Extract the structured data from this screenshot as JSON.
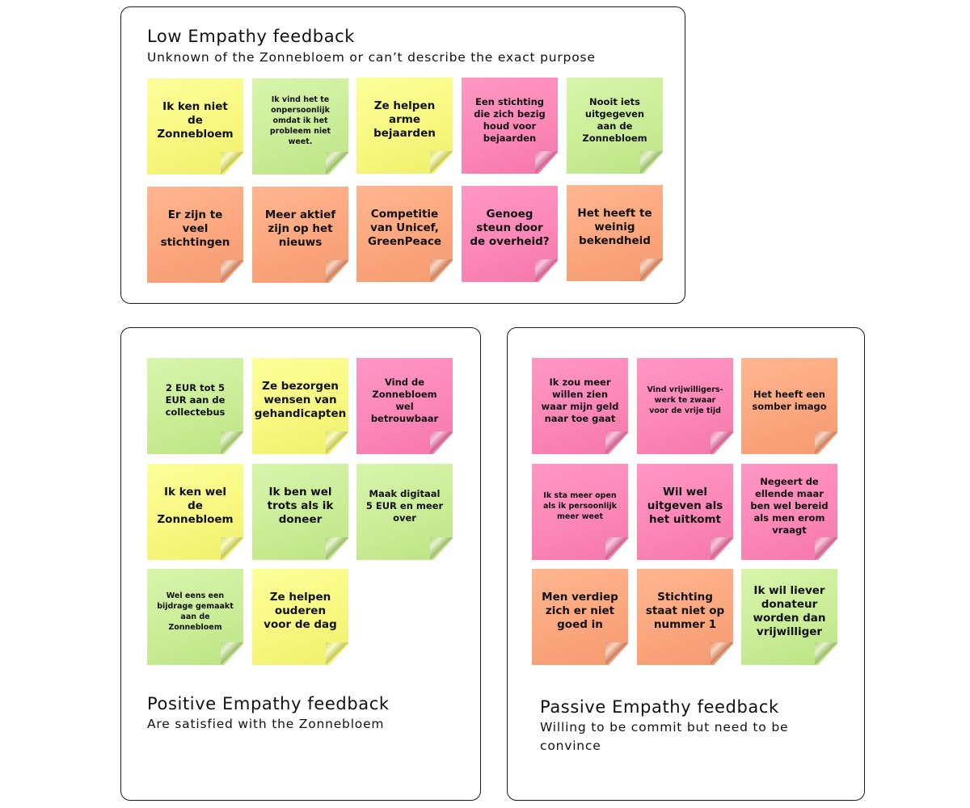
{
  "low": {
    "title": "Low Empathy feedback",
    "subtitle": "Unknown of the Zonnebloem or can’t describe the exact purpose",
    "notes": [
      {
        "text": "Ik ken niet de Zonnebloem",
        "color": "yellow"
      },
      {
        "text": "Ik vind het te onpersoonlijk omdat ik het probleem niet weet.",
        "color": "green"
      },
      {
        "text": "Ze helpen arme bejaarden",
        "color": "yellow"
      },
      {
        "text": "Een stichting die zich bezig houd voor bejaarden",
        "color": "pink"
      },
      {
        "text": "Nooit iets uitgegeven aan de Zonnebloem",
        "color": "green"
      },
      {
        "text": "Er zijn te veel stichtingen",
        "color": "orange"
      },
      {
        "text": "Meer aktief zijn op het nieuws",
        "color": "orange"
      },
      {
        "text": "Competitie van Unicef, GreenPeace",
        "color": "orange"
      },
      {
        "text": "Genoeg steun door de overheid?",
        "color": "pink"
      },
      {
        "text": "Het heeft te weinig bekendheid",
        "color": "orange"
      }
    ]
  },
  "positive": {
    "title": "Positive Empathy feedback",
    "subtitle": "Are satisfied with the Zonnebloem",
    "notes": [
      {
        "text": "2 EUR tot 5 EUR aan de collectebus",
        "color": "green"
      },
      {
        "text": "Ze bezorgen wensen van gehandicapten",
        "color": "yellow"
      },
      {
        "text": "Vind de Zonnebloem wel betrouwbaar",
        "color": "pink"
      },
      {
        "text": "Ik ken wel de Zonnebloem",
        "color": "yellow"
      },
      {
        "text": "Ik ben wel trots als ik doneer",
        "color": "green"
      },
      {
        "text": "Maak digitaal 5 EUR en meer over",
        "color": "green"
      },
      {
        "text": "Wel eens een bijdrage gemaakt aan de Zonnebloem",
        "color": "green"
      },
      {
        "text": "Ze helpen ouderen voor de dag",
        "color": "yellow"
      }
    ]
  },
  "passive": {
    "title": "Passive Empathy feedback",
    "subtitle": "Willing to be commit but need  to be convince",
    "notes": [
      {
        "text": "Ik zou meer willen zien waar mijn geld naar toe gaat",
        "color": "pink"
      },
      {
        "text": "Vind vrijwilligers-werk te zwaar voor de vrije tijd",
        "color": "pink"
      },
      {
        "text": "Het heeft een somber imago",
        "color": "orange"
      },
      {
        "text": "Ik sta meer open als ik persoonlijk meer weet",
        "color": "pink"
      },
      {
        "text": "Wil wel uitgeven als het uitkomt",
        "color": "pink"
      },
      {
        "text": "Negeert de ellende maar ben wel bereid als men erom vraagt",
        "color": "pink"
      },
      {
        "text": "Men verdiep zich er niet goed in",
        "color": "orange"
      },
      {
        "text": "Stichting staat niet op nummer 1",
        "color": "orange"
      },
      {
        "text": "Ik wil liever donateur worden dan vrijwilliger",
        "color": "green"
      }
    ]
  }
}
